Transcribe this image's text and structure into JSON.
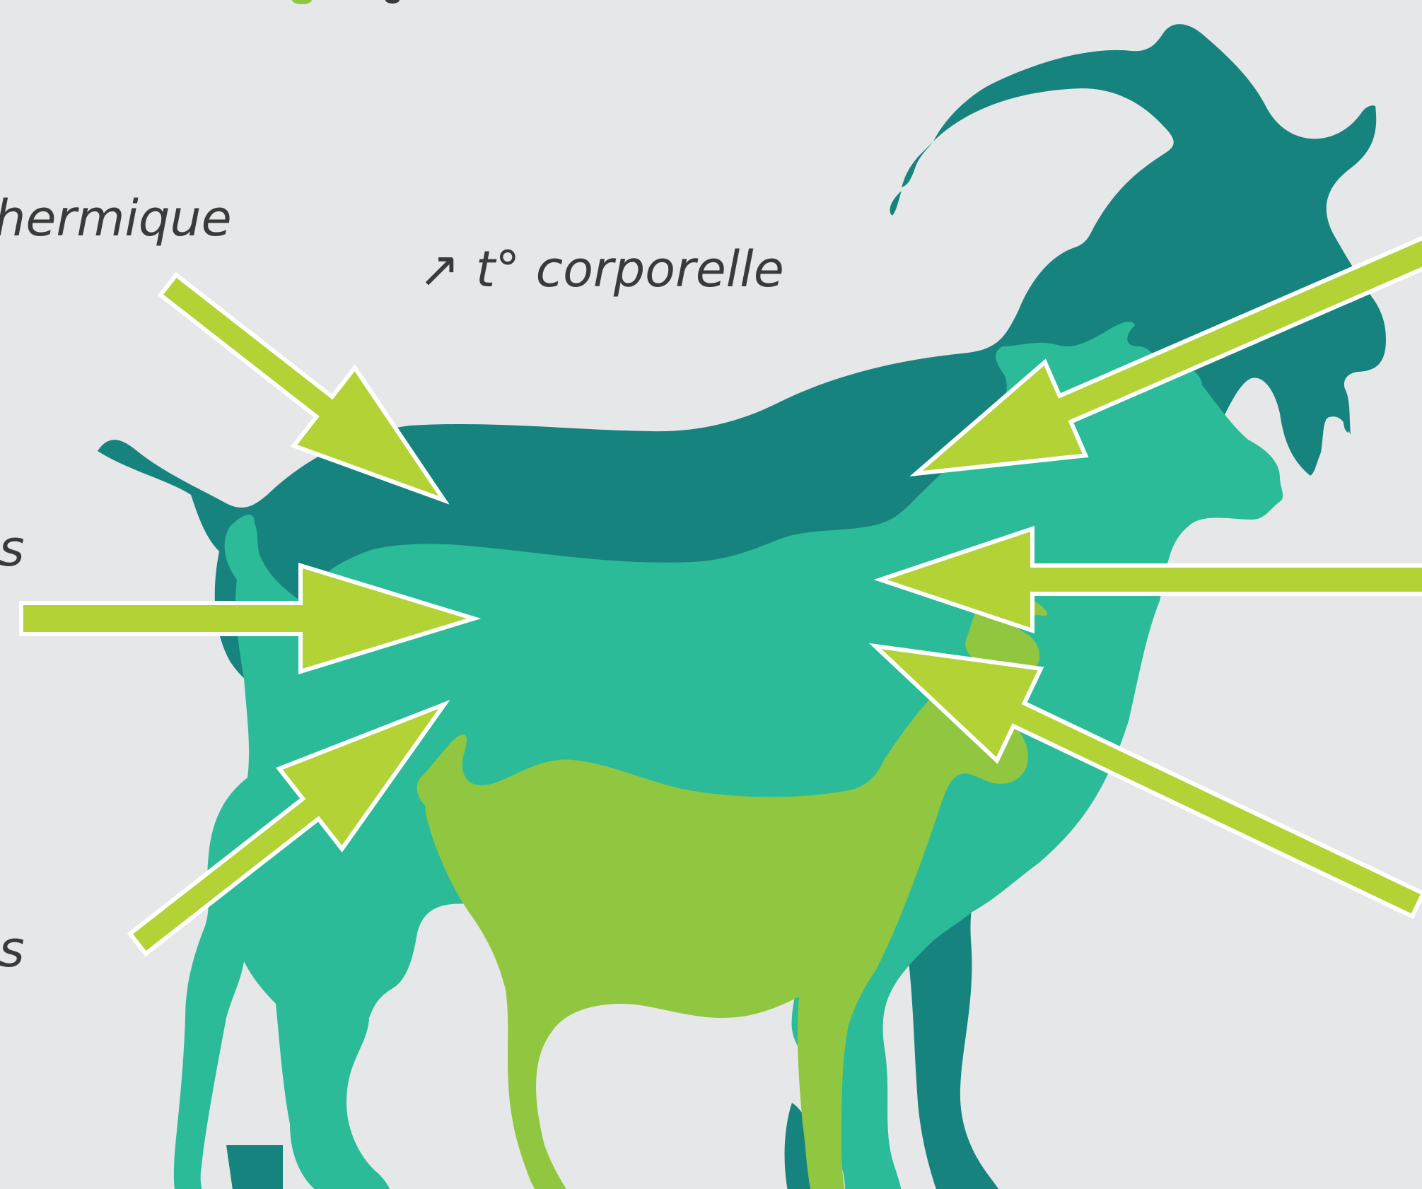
{
  "labels": {
    "left_top": "hermique",
    "center_top": "↗ t° corporelle",
    "left_mid": "es",
    "left_bottom": "es"
  },
  "colors": {
    "background": "#e6e7e8",
    "goat_dark": "#17837e",
    "goat_mid": "#2bbb98",
    "goat_light": "#91c740",
    "arrow_fill": "#b2d235",
    "arrow_outline": "#ffffff",
    "text": "#3a3a3a"
  },
  "icons": {
    "increase": "arrow-up-right-icon",
    "inbound_arrow": "arrow-right-icon"
  }
}
